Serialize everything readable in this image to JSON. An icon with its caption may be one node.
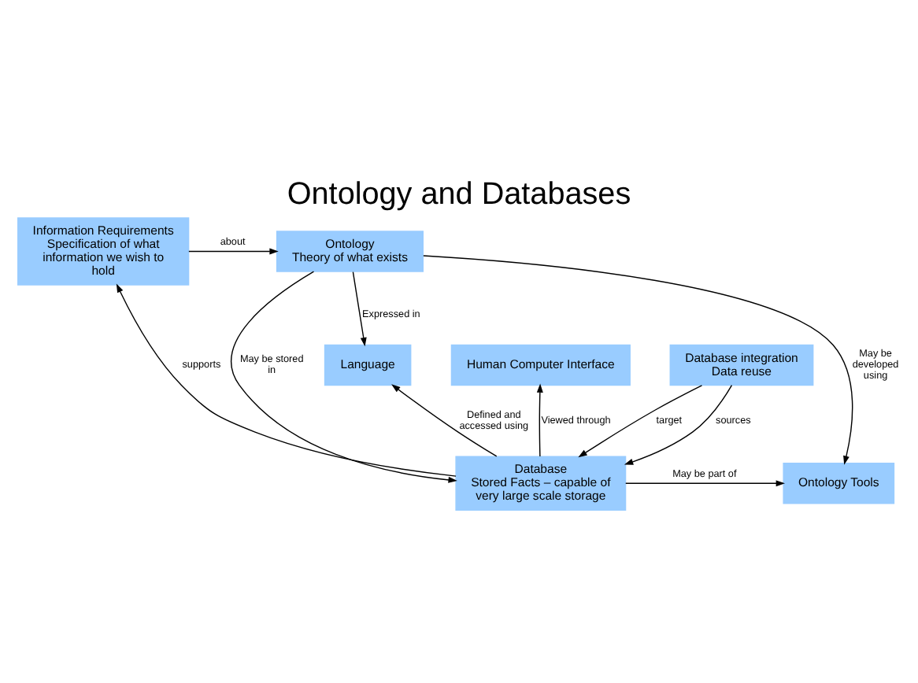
{
  "diagram": {
    "title": "Ontology and Databases",
    "nodes": [
      {
        "text": [
          "Ontology",
          "Theory of what exists"
        ]
      },
      {
        "text": [
          "Information Requirements",
          "Specification of what information we wish to hold"
        ]
      },
      {
        "text": [
          "Language"
        ]
      },
      {
        "text": [
          "Human Computer Interface"
        ]
      },
      {
        "text": [
          "Database",
          "Stored Facts – capable of very large scale storage"
        ]
      },
      {
        "text": [
          "Ontology Tools"
        ]
      },
      {
        "text": [
          "Database integration",
          "Data reuse"
        ]
      }
    ],
    "edges": [
      {
        "from": 1,
        "to": 0,
        "arrow": "to",
        "label": "about"
      },
      {
        "from": 0,
        "to": 2,
        "arrow": "to",
        "label": "Expressed in"
      },
      {
        "from": 0,
        "to": 4,
        "arrow": "to",
        "label": "May be stored in"
      },
      {
        "from": 0,
        "to": 5,
        "arrow": "to",
        "label": "May be developed using"
      },
      {
        "from": 4,
        "to": 2,
        "arrow": "to",
        "label": "Defined and accessed using"
      },
      {
        "from": 4,
        "to": 1,
        "arrow": "to",
        "label": "supports"
      },
      {
        "from": 4,
        "to": 3,
        "arrow": "to",
        "label": "Viewed through"
      },
      {
        "from": 4,
        "to": 5,
        "arrow": "to",
        "label": "May be part of"
      },
      {
        "from": 6,
        "to": 4,
        "arrow": "to",
        "label": "sources"
      },
      {
        "from": 6,
        "to": 4,
        "arrow": "to",
        "label": "target"
      }
    ]
  }
}
